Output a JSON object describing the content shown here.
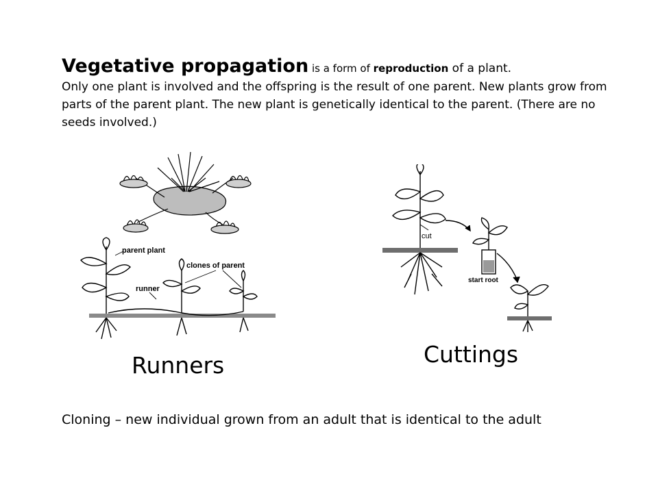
{
  "intro": {
    "term": "Vegetative propagation",
    "pre": " is a form of ",
    "bold_word": "reproduction",
    "post": " of a plant.",
    "body": "Only one plant is involved and the offspring is the result of one parent.  New plants grow from parts of the parent plant.  The new plant is genetically identical to the parent. (There are no seeds involved.)"
  },
  "runners_figure": {
    "labels": {
      "parent": "parent plant",
      "clones": "clones of parent",
      "runner": "runner"
    }
  },
  "cuttings_figure": {
    "labels": {
      "cut": "cut",
      "start_root": "start root"
    }
  },
  "captions": {
    "runners": "Runners",
    "cuttings": "Cuttings"
  },
  "footer": {
    "cloning": "Cloning – new individual grown from an adult that is identical to the adult"
  }
}
